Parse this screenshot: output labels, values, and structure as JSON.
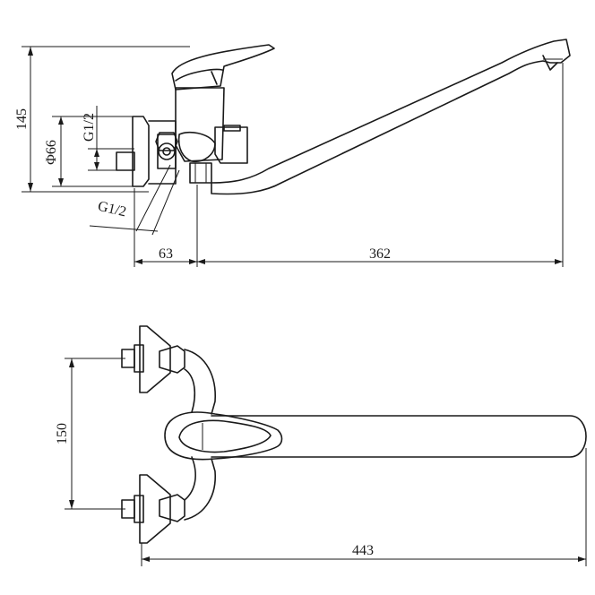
{
  "drawing": {
    "side_view": {
      "dim_height": "145",
      "dim_diameter": "Φ66",
      "dim_thread_top": "G1/2",
      "dim_thread_bottom": "G1/2",
      "dim_offset": "63",
      "dim_spout_reach": "362"
    },
    "top_view": {
      "dim_inlet_spacing": "150",
      "dim_total_length": "443"
    }
  }
}
